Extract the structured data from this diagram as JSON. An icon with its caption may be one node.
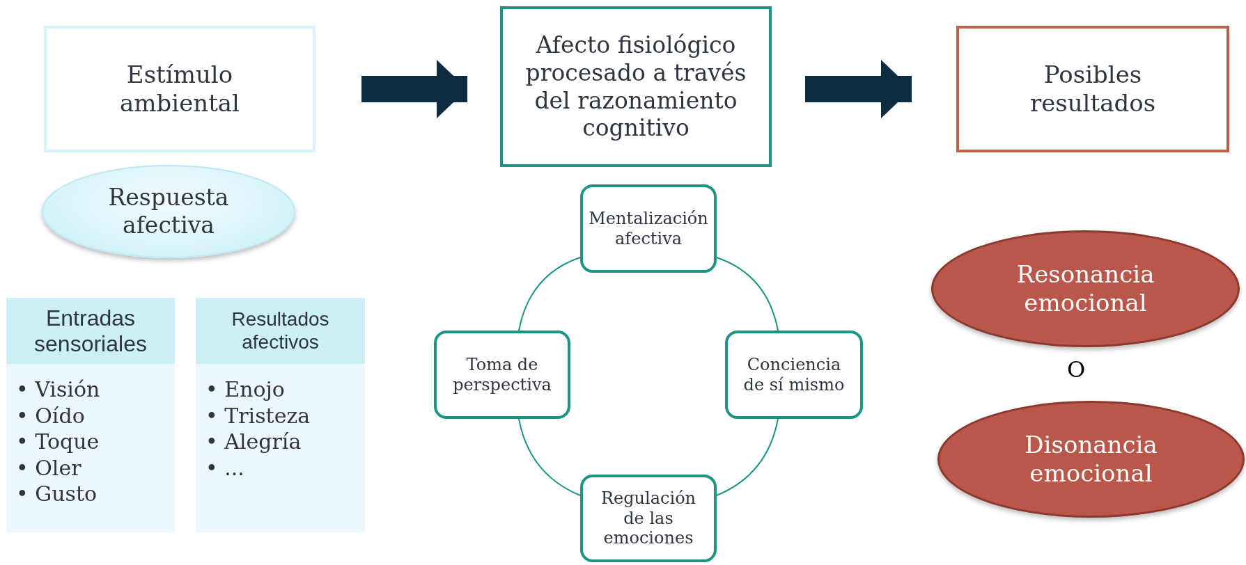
{
  "diagram": {
    "nodes": [
      {
        "text": [
          "Estímulo ambiental"
        ]
      },
      {
        "text": [
          "Afecto fisiológico procesado a través del razonamiento cognitivo"
        ]
      },
      {
        "text": [
          "Posibles resultados"
        ]
      },
      {
        "text": [
          "Respuesta afectiva"
        ]
      },
      {
        "text": [
          "Entradas sensoriales",
          "• Visión",
          "• Oído",
          "• Toque",
          "• Oler",
          "• Gusto"
        ]
      },
      {
        "text": [
          "Resultados afectivos",
          "• Enojo",
          "• Tristeza",
          "• Alegría",
          "• ..."
        ]
      },
      {
        "text": [
          "Mentalización afectiva"
        ]
      },
      {
        "text": [
          "Toma de perspectiva"
        ]
      },
      {
        "text": [
          "Conciencia de sí mismo"
        ]
      },
      {
        "text": [
          "Regulación de las emociones"
        ]
      },
      {
        "text": [
          "Resonancia emocional"
        ]
      },
      {
        "text": [
          "Disonancia emocional"
        ]
      }
    ],
    "edges": [
      {
        "from": 0,
        "to": 1,
        "arrow": "to",
        "style": "thick",
        "color": "#0d2c40"
      },
      {
        "from": 1,
        "to": 2,
        "arrow": "to",
        "style": "thick",
        "color": "#0d2c40"
      },
      {
        "from": 6,
        "to": 8,
        "arrow": "none"
      },
      {
        "from": 8,
        "to": 9,
        "arrow": "none"
      },
      {
        "from": 9,
        "to": 7,
        "arrow": "none"
      },
      {
        "from": 7,
        "to": 6,
        "arrow": "none"
      }
    ],
    "labels": [
      "O"
    ]
  }
}
